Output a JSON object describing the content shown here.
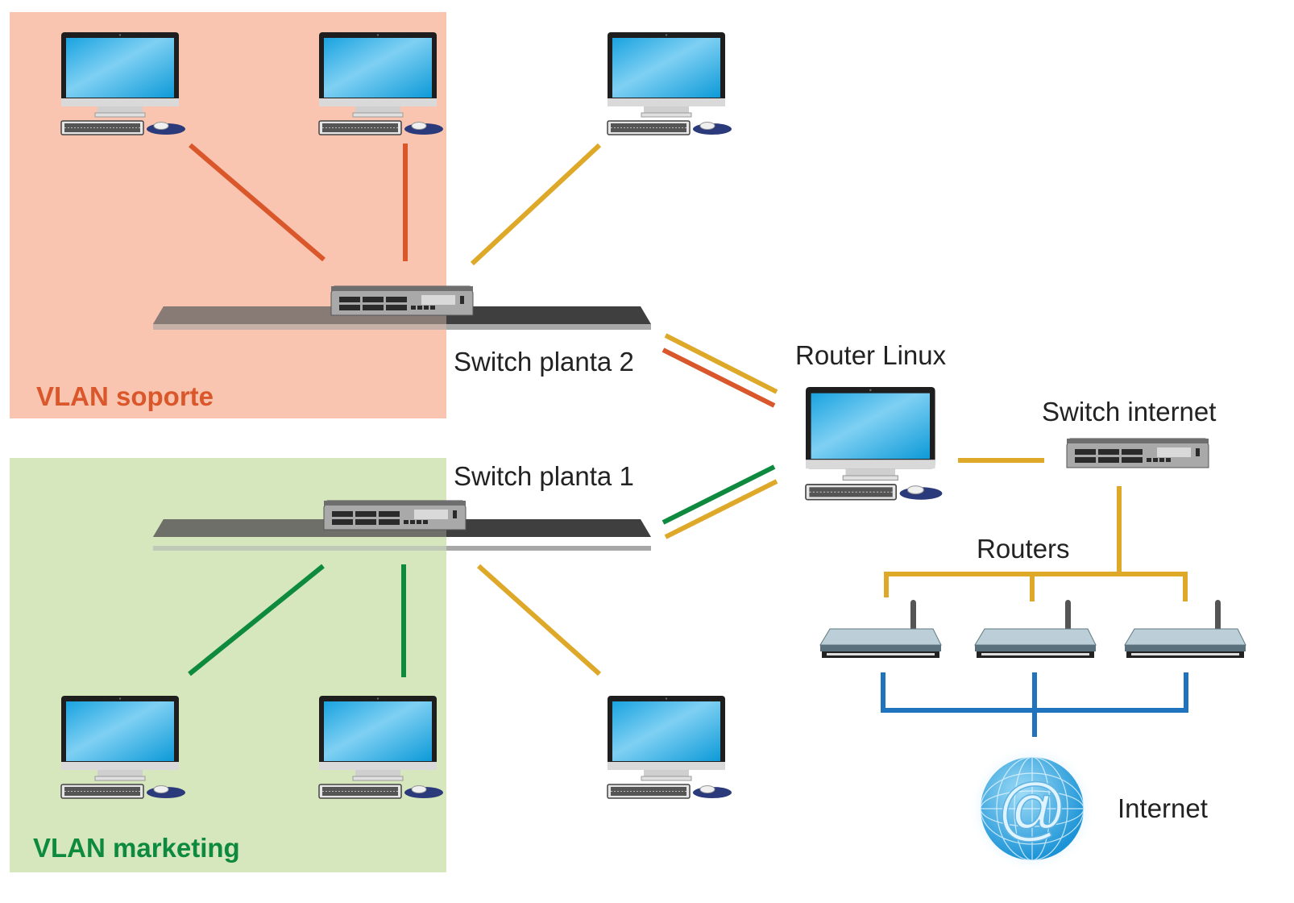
{
  "title": "Network diagram with VLANs",
  "colors": {
    "vlan_soporte_bg": "#f9c5b0",
    "vlan_marketing_bg": "#d6e6bd",
    "soporte_line": "#d9572a",
    "marketing_line": "#0d8a3e",
    "trunk_line": "#dea828",
    "internet_line": "#1f74bd"
  },
  "zones": [
    {
      "id": "soporte",
      "label": "VLAN soporte",
      "color": "#d9572a"
    },
    {
      "id": "marketing",
      "label": "VLAN marketing",
      "color": "#0d8a3e"
    }
  ],
  "devices": {
    "switch_planta_2": {
      "label": "Switch planta 2"
    },
    "switch_planta_1": {
      "label": "Switch planta 1"
    },
    "router_linux": {
      "label": "Router Linux"
    },
    "switch_internet": {
      "label": "Switch internet"
    },
    "routers": {
      "label": "Routers",
      "count": 3
    },
    "internet": {
      "label": "Internet"
    }
  },
  "computers": [
    {
      "id": "pc-top-1",
      "vlan": "soporte"
    },
    {
      "id": "pc-top-2",
      "vlan": "soporte"
    },
    {
      "id": "pc-top-3",
      "vlan": "none"
    },
    {
      "id": "pc-bottom-1",
      "vlan": "marketing"
    },
    {
      "id": "pc-bottom-2",
      "vlan": "marketing"
    },
    {
      "id": "pc-bottom-3",
      "vlan": "none"
    }
  ]
}
